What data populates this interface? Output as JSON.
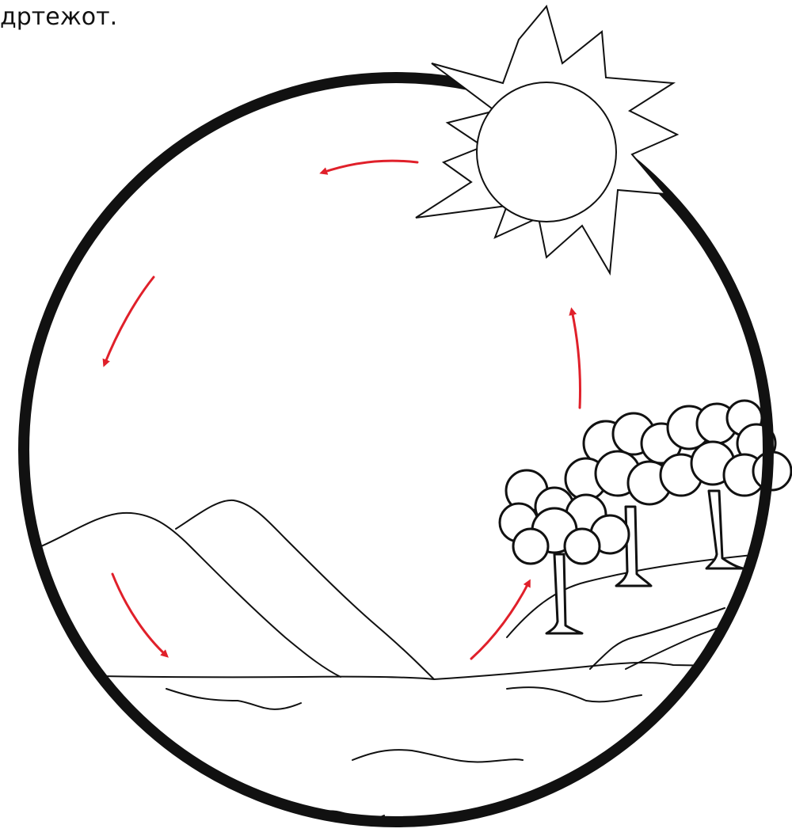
{
  "caption": "дртежот.",
  "colors": {
    "outline": "#111111",
    "arrow": "#e0202a",
    "background": "#ffffff"
  },
  "cycle_arrows": [
    {
      "label": "sun-to-sky",
      "direction": "leftward"
    },
    {
      "label": "sky-descending",
      "direction": "down-left"
    },
    {
      "label": "mountain-to-water",
      "direction": "down-right"
    },
    {
      "label": "water-to-trees",
      "direction": "up-right"
    },
    {
      "label": "trees-to-sun",
      "direction": "upward"
    }
  ],
  "scene_elements": [
    "sun",
    "mountains",
    "water",
    "trees",
    "hill"
  ]
}
